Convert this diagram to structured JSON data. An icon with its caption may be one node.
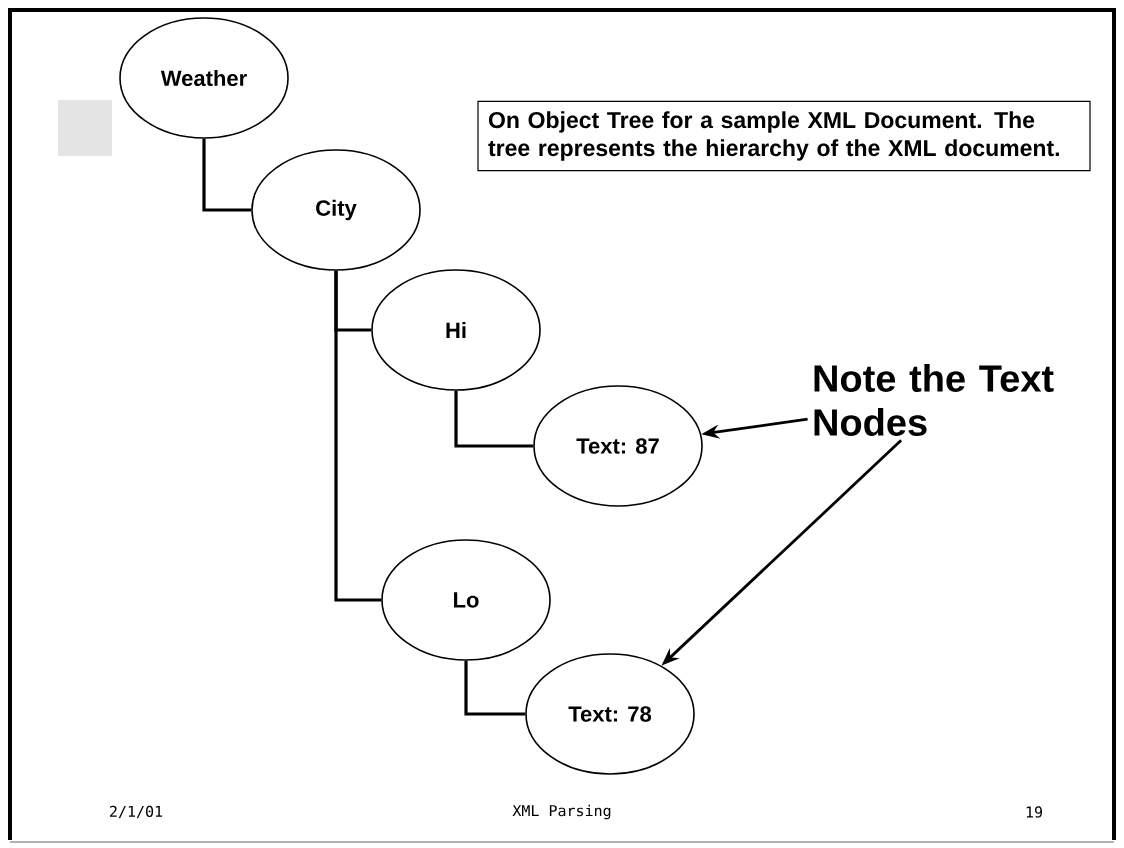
{
  "diagram": {
    "nodes": [
      {
        "text": [
          "Weather"
        ]
      },
      {
        "text": [
          "City"
        ]
      },
      {
        "text": [
          "Hi"
        ]
      },
      {
        "text": [
          "Text:  87"
        ]
      },
      {
        "text": [
          "Lo"
        ]
      },
      {
        "text": [
          "Text:  78"
        ]
      },
      {
        "text": [
          "Note the Text Nodes"
        ]
      },
      {
        "text": [
          "On Object Tree for a sample XML Document.  The tree represents the hierarchy of the XML document."
        ]
      }
    ],
    "edges": [
      {
        "from": 0,
        "to": 1,
        "arrow": "none"
      },
      {
        "from": 1,
        "to": 2,
        "arrow": "none"
      },
      {
        "from": 2,
        "to": 3,
        "arrow": "none"
      },
      {
        "from": 1,
        "to": 4,
        "arrow": "none"
      },
      {
        "from": 4,
        "to": 5,
        "arrow": "none"
      },
      {
        "from": 6,
        "to": 3,
        "arrow": "to"
      },
      {
        "from": 6,
        "to": 5,
        "arrow": "to"
      }
    ],
    "labels": [
      "2/1/01",
      "XML Parsing",
      "19"
    ]
  }
}
